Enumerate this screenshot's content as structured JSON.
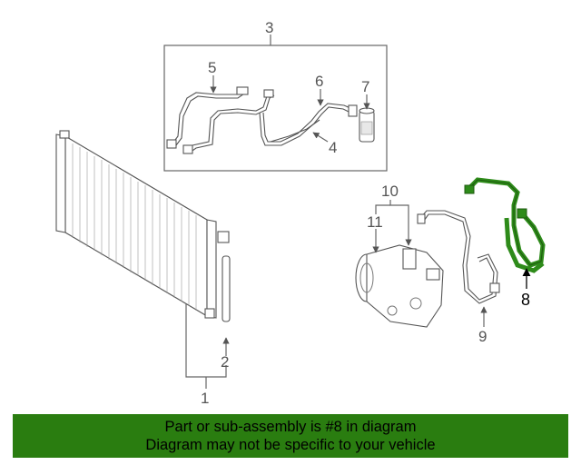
{
  "diagram": {
    "callouts": [
      {
        "id": "1",
        "label": "1"
      },
      {
        "id": "2",
        "label": "2"
      },
      {
        "id": "3",
        "label": "3"
      },
      {
        "id": "4",
        "label": "4"
      },
      {
        "id": "5",
        "label": "5"
      },
      {
        "id": "6",
        "label": "6"
      },
      {
        "id": "7",
        "label": "7"
      },
      {
        "id": "8",
        "label": "8",
        "highlighted": true
      },
      {
        "id": "9",
        "label": "9"
      },
      {
        "id": "10",
        "label": "10"
      },
      {
        "id": "11",
        "label": "11"
      }
    ],
    "highlight_color": "#2e8b1a"
  },
  "banner": {
    "line1": "Part or sub-assembly is #8 in diagram",
    "line2": "Diagram may not be specific to your vehicle",
    "background": "#2a7d10"
  }
}
